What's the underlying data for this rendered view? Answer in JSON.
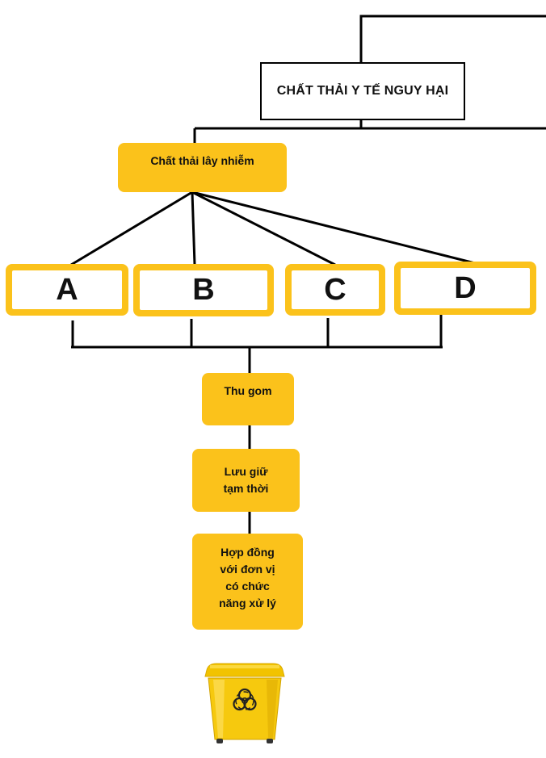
{
  "diagram": {
    "root": {
      "label": "CHẤT THẢI Y TẾ NGUY HẠI"
    },
    "category": {
      "label": "Chất thải lây nhiễm"
    },
    "groups": [
      {
        "label": "A"
      },
      {
        "label": "B"
      },
      {
        "label": "C"
      },
      {
        "label": "D"
      }
    ],
    "steps": [
      {
        "label": "Thu gom"
      },
      {
        "label": "Lưu giữ\ntạm thời"
      },
      {
        "label": "Hợp đồng\nvới đơn vị\ncó chức\nnăng xử lý"
      }
    ],
    "bin_icon": "biohazard-bin-icon"
  },
  "colors": {
    "box_fill": "#fbc21b",
    "line": "#000000",
    "root_fill": "#ffffff"
  }
}
